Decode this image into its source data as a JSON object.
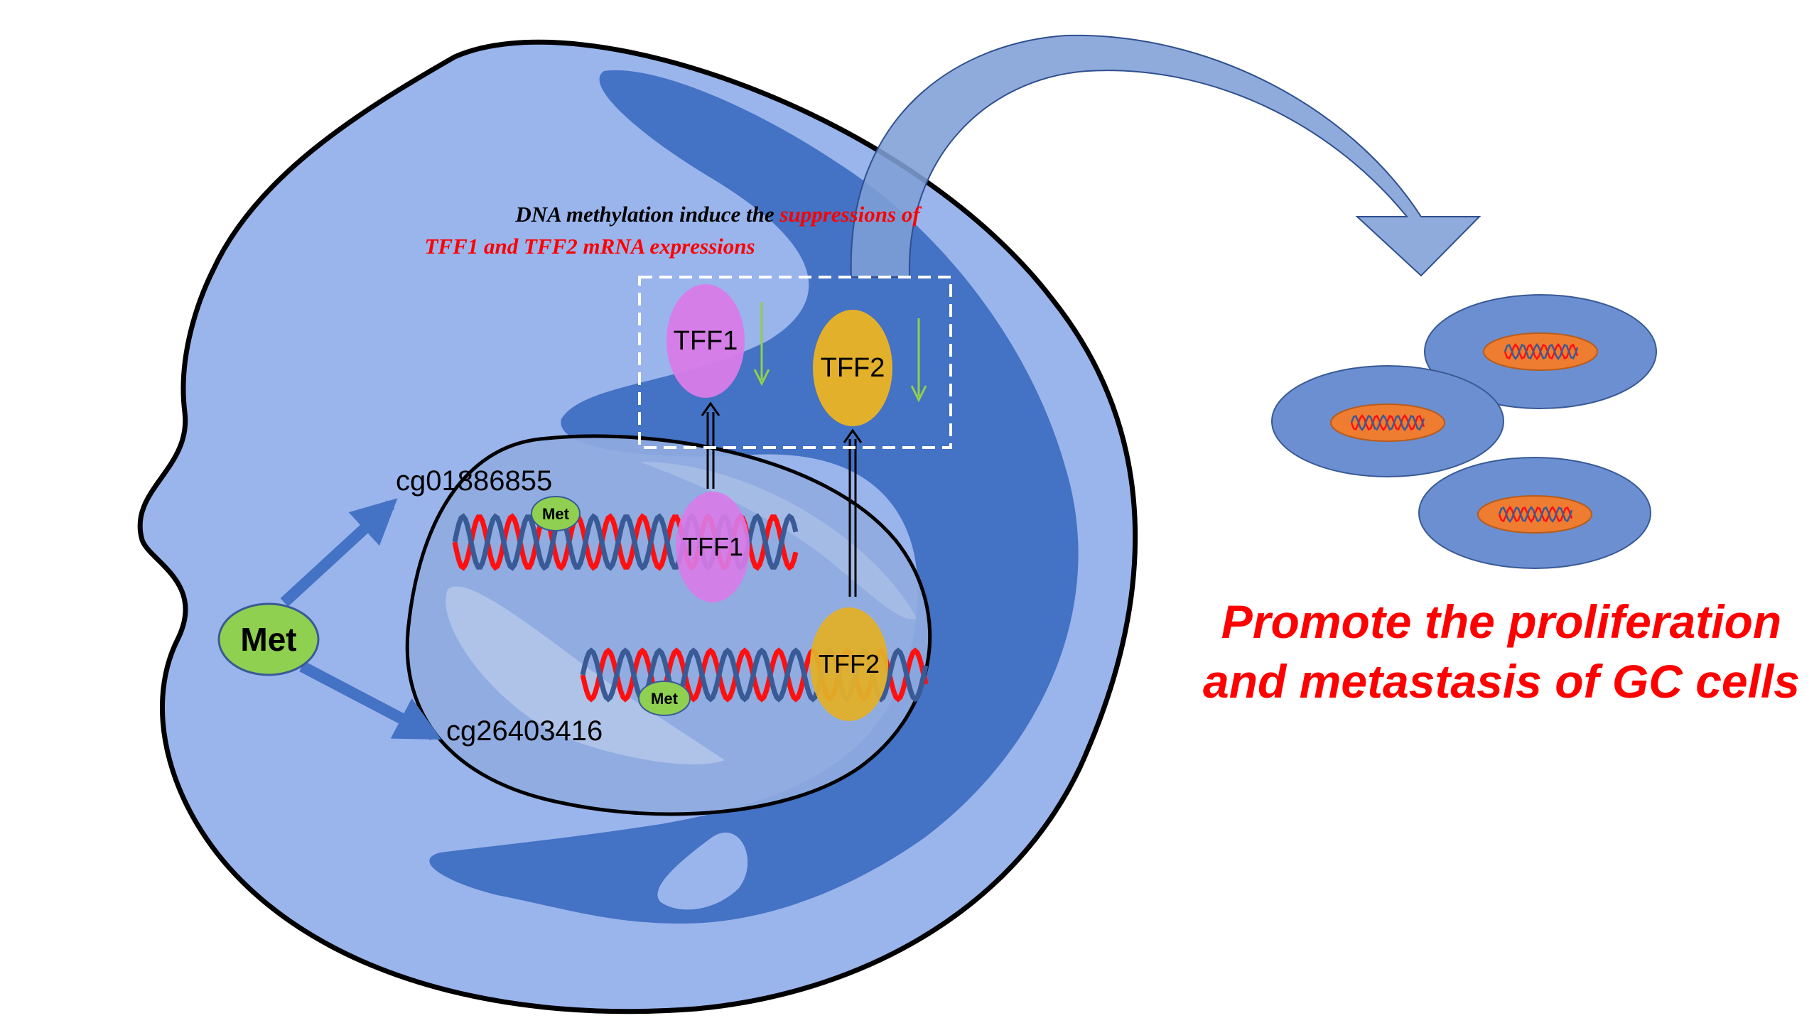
{
  "colors": {
    "cell_fill": "#9ab4ec",
    "cytoplasm_dark": "#4472c4",
    "nucleus_fill": "#8fabdf",
    "dna_red": "#ff1010",
    "dna_blue": "#3a5a96",
    "tff1": "#d97be8",
    "tff2": "#e2b02a",
    "met": "#8fd050",
    "arrow_down": "#8ed14a",
    "big_arrow": "#7f9fd6",
    "orange": "#ee7d31",
    "emphasis_red": "#ff0000"
  },
  "caption": {
    "line1_black": "DNA methylation induce the ",
    "line1_red": "suppressions of",
    "line2_red": "TFF1 and TFF2 mRNA expressions"
  },
  "labels": {
    "met_main": "Met",
    "met_small_1": "Met",
    "met_small_2": "Met",
    "cpg_1": "cg01886855",
    "cpg_2": "cg26403416",
    "tff1_top": "TFF1",
    "tff2_top": "TFF2",
    "tff1_gene": "TFF1",
    "tff2_gene": "TFF2"
  },
  "outcome": {
    "line1": "Promote the proliferation",
    "line2": "and metastasis of GC cells"
  }
}
